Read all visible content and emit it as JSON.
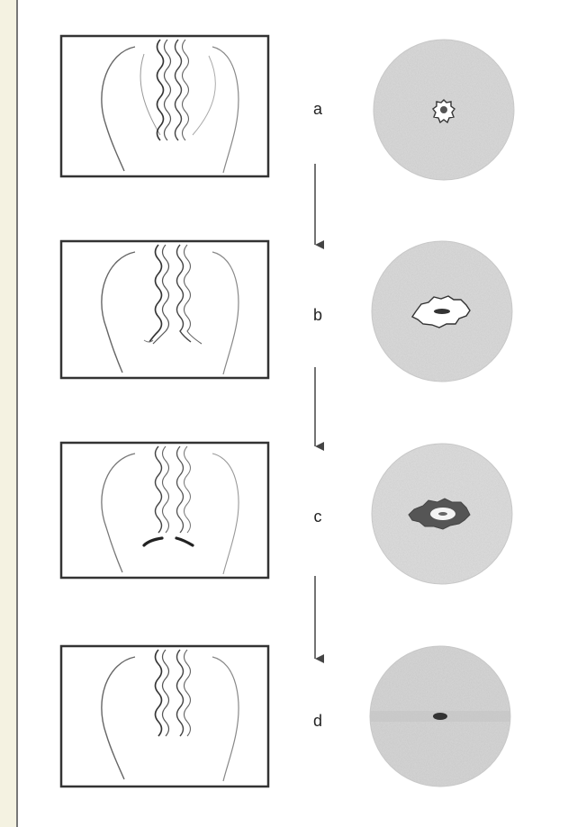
{
  "diagram": {
    "steps": [
      {
        "label": "a"
      },
      {
        "label": "b"
      },
      {
        "label": "c"
      },
      {
        "label": "d"
      }
    ]
  }
}
